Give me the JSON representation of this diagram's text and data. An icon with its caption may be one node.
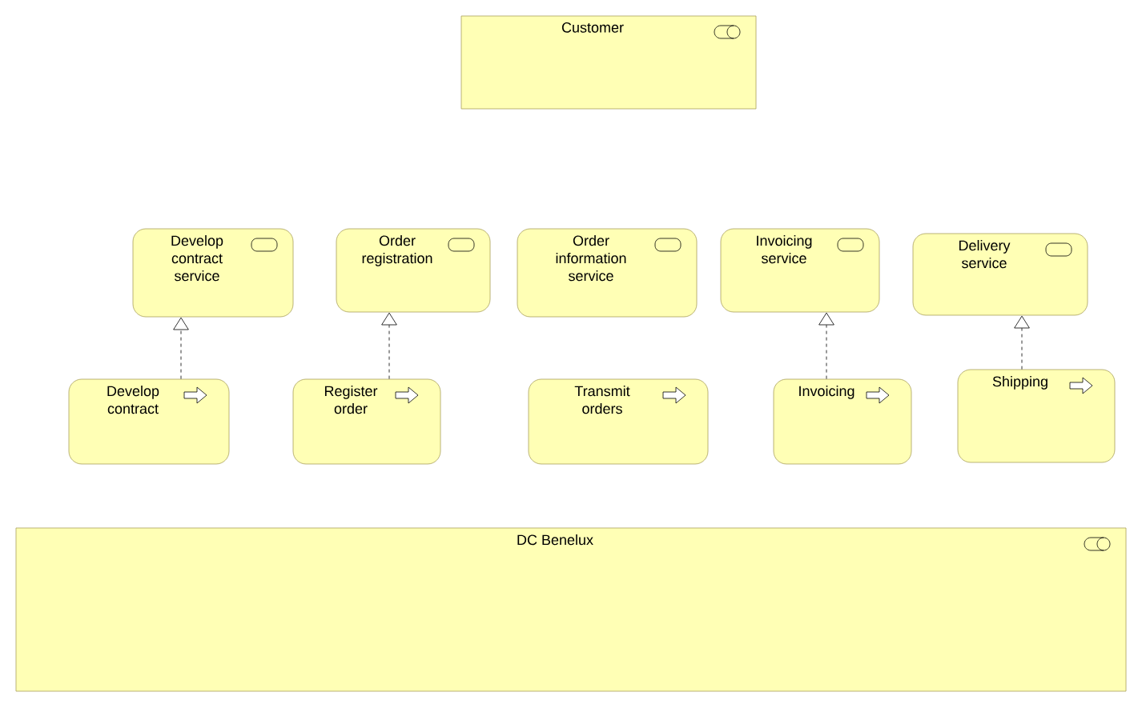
{
  "diagram": {
    "nodes": [
      {
        "text": [
          "Customer"
        ]
      },
      {
        "text": [
          "Develop contract service"
        ]
      },
      {
        "text": [
          "Order registration"
        ]
      },
      {
        "text": [
          "Order information service"
        ]
      },
      {
        "text": [
          "Invoicing service"
        ]
      },
      {
        "text": [
          "Delivery service"
        ]
      },
      {
        "text": [
          "Develop contract"
        ]
      },
      {
        "text": [
          "Register order"
        ]
      },
      {
        "text": [
          "Transmit orders"
        ]
      },
      {
        "text": [
          "Invoicing"
        ]
      },
      {
        "text": [
          "Shipping"
        ]
      },
      {
        "text": [
          "DC Benelux"
        ]
      }
    ],
    "edges": [
      {
        "from": 6,
        "to": 1,
        "arrow": "to",
        "style": "dashed"
      },
      {
        "from": 7,
        "to": 2,
        "arrow": "to",
        "style": "dashed"
      },
      {
        "from": 9,
        "to": 4,
        "arrow": "to",
        "style": "dashed"
      },
      {
        "from": 10,
        "to": 5,
        "arrow": "to",
        "style": "dashed"
      }
    ]
  }
}
